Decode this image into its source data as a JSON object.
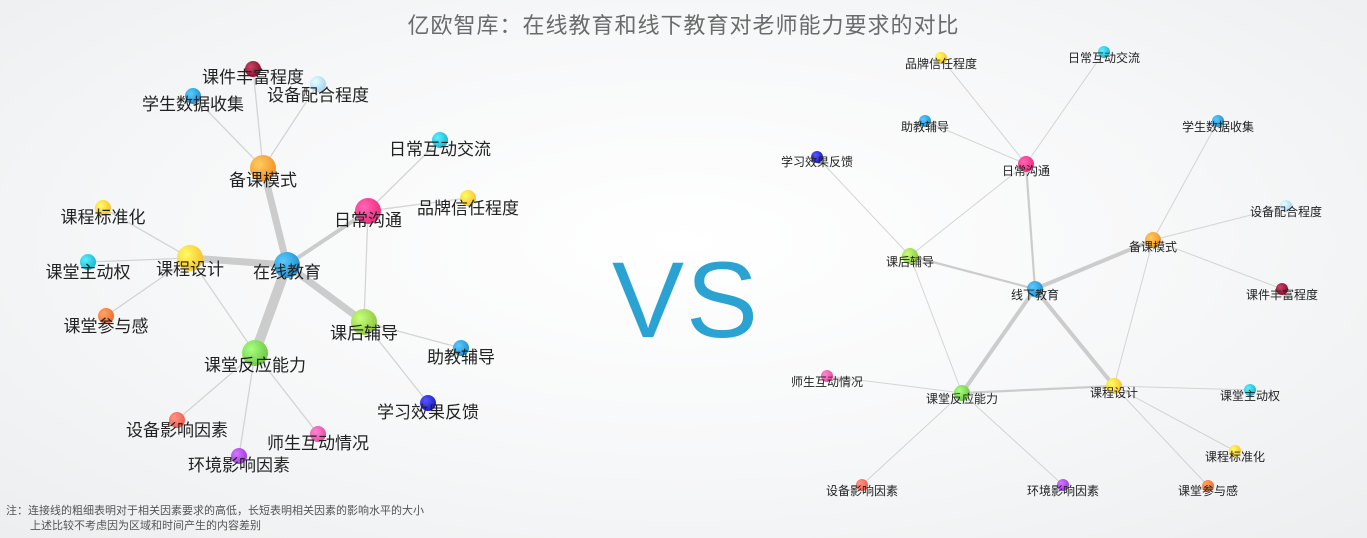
{
  "title": "亿欧智库：在线教育和线下教育对老师能力要求的对比",
  "vs_text": "VS",
  "notes": [
    "注：连接线的粗细表明对于相关因素要求的高低，长短表明相关因素的影响水平的大小",
    "上述比较不考虑因为区域和时间产生的内容差别"
  ],
  "colors": {
    "accent_vs": "#2aa3d3",
    "edge": "#c8c8c8"
  },
  "graphs": [
    {
      "id": "online",
      "nodes": [
        {
          "id": "center",
          "label": "在线教育",
          "color": "#1e8fd0",
          "size": "large"
        },
        {
          "id": "beike",
          "label": "备课模式",
          "color": "#f39024",
          "size": "large"
        },
        {
          "id": "kejian",
          "label": "课件丰富程度",
          "color": "#8b0a2a",
          "size": "small"
        },
        {
          "id": "shuju",
          "label": "学生数据收集",
          "color": "#1e8fd0",
          "size": "small"
        },
        {
          "id": "shebei",
          "label": "设备配合程度",
          "color": "#a9d3ee",
          "size": "small"
        },
        {
          "id": "richang",
          "label": "日常沟通",
          "color": "#ee2a7b",
          "size": "large"
        },
        {
          "id": "hudong",
          "label": "日常互动交流",
          "color": "#1bb5cf",
          "size": "small"
        },
        {
          "id": "pinpai",
          "label": "品牌信任程度",
          "color": "#f8c12a",
          "size": "small"
        },
        {
          "id": "kecheng",
          "label": "课程设计",
          "color": "#f8c12a",
          "size": "large"
        },
        {
          "id": "biaozhun",
          "label": "课程标准化",
          "color": "#f8c12a",
          "size": "small"
        },
        {
          "id": "zhudong",
          "label": "课堂主动权",
          "color": "#1bb5cf",
          "size": "small"
        },
        {
          "id": "canyu",
          "label": "课堂参与感",
          "color": "#f26a2a",
          "size": "small"
        },
        {
          "id": "kehou",
          "label": "课后辅导",
          "color": "#8cc63f",
          "size": "large"
        },
        {
          "id": "zhujiao",
          "label": "助教辅导",
          "color": "#1e8fd0",
          "size": "small"
        },
        {
          "id": "xiaoguo",
          "label": "学习效果反馈",
          "color": "#1a1acc",
          "size": "small"
        },
        {
          "id": "fanying",
          "label": "课堂反应能力",
          "color": "#6cc644",
          "size": "large"
        },
        {
          "id": "yingxiang",
          "label": "设备影响因素",
          "color": "#f15a4a",
          "size": "small"
        },
        {
          "id": "shisheng",
          "label": "师生互动情况",
          "color": "#e84a9a",
          "size": "small"
        },
        {
          "id": "huanjing",
          "label": "环境影响因素",
          "color": "#9a3be0",
          "size": "small"
        }
      ],
      "edges": [
        {
          "from": "center",
          "to": "beike",
          "weight": 3
        },
        {
          "from": "center",
          "to": "richang",
          "weight": 2
        },
        {
          "from": "center",
          "to": "kecheng",
          "weight": 3
        },
        {
          "from": "center",
          "to": "kehou",
          "weight": 3
        },
        {
          "from": "center",
          "to": "fanying",
          "weight": 4
        },
        {
          "from": "beike",
          "to": "kejian",
          "weight": 1
        },
        {
          "from": "beike",
          "to": "shuju",
          "weight": 1
        },
        {
          "from": "beike",
          "to": "shebei",
          "weight": 1
        },
        {
          "from": "richang",
          "to": "hudong",
          "weight": 1
        },
        {
          "from": "richang",
          "to": "pinpai",
          "weight": 1
        },
        {
          "from": "richang",
          "to": "kehou",
          "weight": 1
        },
        {
          "from": "kecheng",
          "to": "biaozhun",
          "weight": 1
        },
        {
          "from": "kecheng",
          "to": "zhudong",
          "weight": 1
        },
        {
          "from": "kecheng",
          "to": "canyu",
          "weight": 1
        },
        {
          "from": "kecheng",
          "to": "fanying",
          "weight": 1
        },
        {
          "from": "kehou",
          "to": "zhujiao",
          "weight": 1
        },
        {
          "from": "kehou",
          "to": "xiaoguo",
          "weight": 1
        },
        {
          "from": "fanying",
          "to": "yingxiang",
          "weight": 1
        },
        {
          "from": "fanying",
          "to": "shisheng",
          "weight": 1
        },
        {
          "from": "fanying",
          "to": "huanjing",
          "weight": 1
        }
      ]
    },
    {
      "id": "offline",
      "nodes": [
        {
          "id": "center",
          "label": "线下教育",
          "color": "#1e8fd0",
          "size": "medium"
        },
        {
          "id": "richang",
          "label": "日常沟通",
          "color": "#ee2a7b",
          "size": "medium"
        },
        {
          "id": "pinpai",
          "label": "品牌信任程度",
          "color": "#f8c12a",
          "size": "small"
        },
        {
          "id": "hudong",
          "label": "日常互动交流",
          "color": "#1bb5cf",
          "size": "small"
        },
        {
          "id": "zhujiao",
          "label": "助教辅导",
          "color": "#1e8fd0",
          "size": "small"
        },
        {
          "id": "beike",
          "label": "备课模式",
          "color": "#f39024",
          "size": "medium"
        },
        {
          "id": "shuju",
          "label": "学生数据收集",
          "color": "#1e8fd0",
          "size": "small"
        },
        {
          "id": "shebei",
          "label": "设备配合程度",
          "color": "#a9d3ee",
          "size": "small"
        },
        {
          "id": "kejian",
          "label": "课件丰富程度",
          "color": "#8b0a2a",
          "size": "small"
        },
        {
          "id": "xiaoguo",
          "label": "学习效果反馈",
          "color": "#1a1acc",
          "size": "small"
        },
        {
          "id": "kehou",
          "label": "课后辅导",
          "color": "#8cc63f",
          "size": "medium"
        },
        {
          "id": "fanying",
          "label": "课堂反应能力",
          "color": "#6cc644",
          "size": "medium"
        },
        {
          "id": "shisheng",
          "label": "师生互动情况",
          "color": "#e84a9a",
          "size": "small"
        },
        {
          "id": "kecheng",
          "label": "课程设计",
          "color": "#f8c12a",
          "size": "medium"
        },
        {
          "id": "zhudong",
          "label": "课堂主动权",
          "color": "#1bb5cf",
          "size": "small"
        },
        {
          "id": "biaozhun",
          "label": "课程标准化",
          "color": "#f8c12a",
          "size": "small"
        },
        {
          "id": "canyu",
          "label": "课堂参与感",
          "color": "#f26a2a",
          "size": "small"
        },
        {
          "id": "yingxiang",
          "label": "设备影响因素",
          "color": "#f15a4a",
          "size": "small"
        },
        {
          "id": "huanjing",
          "label": "环境影响因素",
          "color": "#9a3be0",
          "size": "small"
        }
      ],
      "edges": [
        {
          "from": "center",
          "to": "richang",
          "weight": 2
        },
        {
          "from": "center",
          "to": "beike",
          "weight": 3
        },
        {
          "from": "center",
          "to": "kehou",
          "weight": 2
        },
        {
          "from": "center",
          "to": "fanying",
          "weight": 3
        },
        {
          "from": "center",
          "to": "kecheng",
          "weight": 3
        },
        {
          "from": "richang",
          "to": "pinpai",
          "weight": 1
        },
        {
          "from": "richang",
          "to": "hudong",
          "weight": 1
        },
        {
          "from": "richang",
          "to": "zhujiao",
          "weight": 1
        },
        {
          "from": "richang",
          "to": "kehou",
          "weight": 1
        },
        {
          "from": "beike",
          "to": "shuju",
          "weight": 1
        },
        {
          "from": "beike",
          "to": "shebei",
          "weight": 1
        },
        {
          "from": "beike",
          "to": "kejian",
          "weight": 1
        },
        {
          "from": "beike",
          "to": "kecheng",
          "weight": 1
        },
        {
          "from": "kehou",
          "to": "xiaoguo",
          "weight": 1
        },
        {
          "from": "kehou",
          "to": "fanying",
          "weight": 1
        },
        {
          "from": "fanying",
          "to": "shisheng",
          "weight": 1
        },
        {
          "from": "fanying",
          "to": "yingxiang",
          "weight": 1
        },
        {
          "from": "fanying",
          "to": "huanjing",
          "weight": 1
        },
        {
          "from": "fanying",
          "to": "kecheng",
          "weight": 2
        },
        {
          "from": "kecheng",
          "to": "zhudong",
          "weight": 1
        },
        {
          "from": "kecheng",
          "to": "biaozhun",
          "weight": 1
        },
        {
          "from": "kecheng",
          "to": "canyu",
          "weight": 1
        }
      ]
    }
  ]
}
